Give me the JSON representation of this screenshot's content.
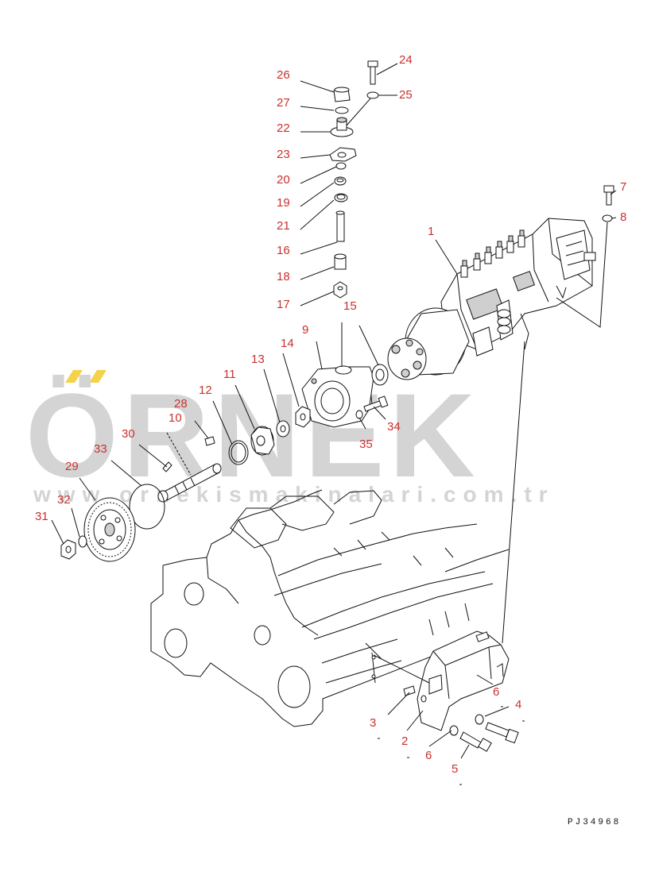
{
  "watermark": {
    "brand": "ÖRNEK",
    "site": "www.ornekismakinalari.com.tr",
    "accent_color": "#f4d24a",
    "text_color": "#d4d4d4"
  },
  "drawing_code": "PJ34968",
  "label_color": "#c8312f",
  "callouts": [
    {
      "id": "c1",
      "text": "1"
    },
    {
      "id": "c2",
      "text": "2"
    },
    {
      "id": "c3",
      "text": "3"
    },
    {
      "id": "c4",
      "text": "4"
    },
    {
      "id": "c5",
      "text": "5"
    },
    {
      "id": "c6a",
      "text": "6"
    },
    {
      "id": "c6b",
      "text": "6"
    },
    {
      "id": "c7",
      "text": "7"
    },
    {
      "id": "c8",
      "text": "8"
    },
    {
      "id": "c9",
      "text": "9"
    },
    {
      "id": "c10",
      "text": "10"
    },
    {
      "id": "c11",
      "text": "11"
    },
    {
      "id": "c12",
      "text": "12"
    },
    {
      "id": "c13",
      "text": "13"
    },
    {
      "id": "c14",
      "text": "14"
    },
    {
      "id": "c15",
      "text": "15"
    },
    {
      "id": "c16",
      "text": "16"
    },
    {
      "id": "c17",
      "text": "17"
    },
    {
      "id": "c18",
      "text": "18"
    },
    {
      "id": "c19",
      "text": "19"
    },
    {
      "id": "c20",
      "text": "20"
    },
    {
      "id": "c21",
      "text": "21"
    },
    {
      "id": "c22",
      "text": "22"
    },
    {
      "id": "c23",
      "text": "23"
    },
    {
      "id": "c24",
      "text": "24"
    },
    {
      "id": "c25",
      "text": "25"
    },
    {
      "id": "c26",
      "text": "26"
    },
    {
      "id": "c27",
      "text": "27"
    },
    {
      "id": "c28",
      "text": "28"
    },
    {
      "id": "c29",
      "text": "29"
    },
    {
      "id": "c30",
      "text": "30"
    },
    {
      "id": "c31",
      "text": "31"
    },
    {
      "id": "c32",
      "text": "32"
    },
    {
      "id": "c33",
      "text": "33"
    },
    {
      "id": "c34",
      "text": "34"
    },
    {
      "id": "c35",
      "text": "35"
    }
  ]
}
